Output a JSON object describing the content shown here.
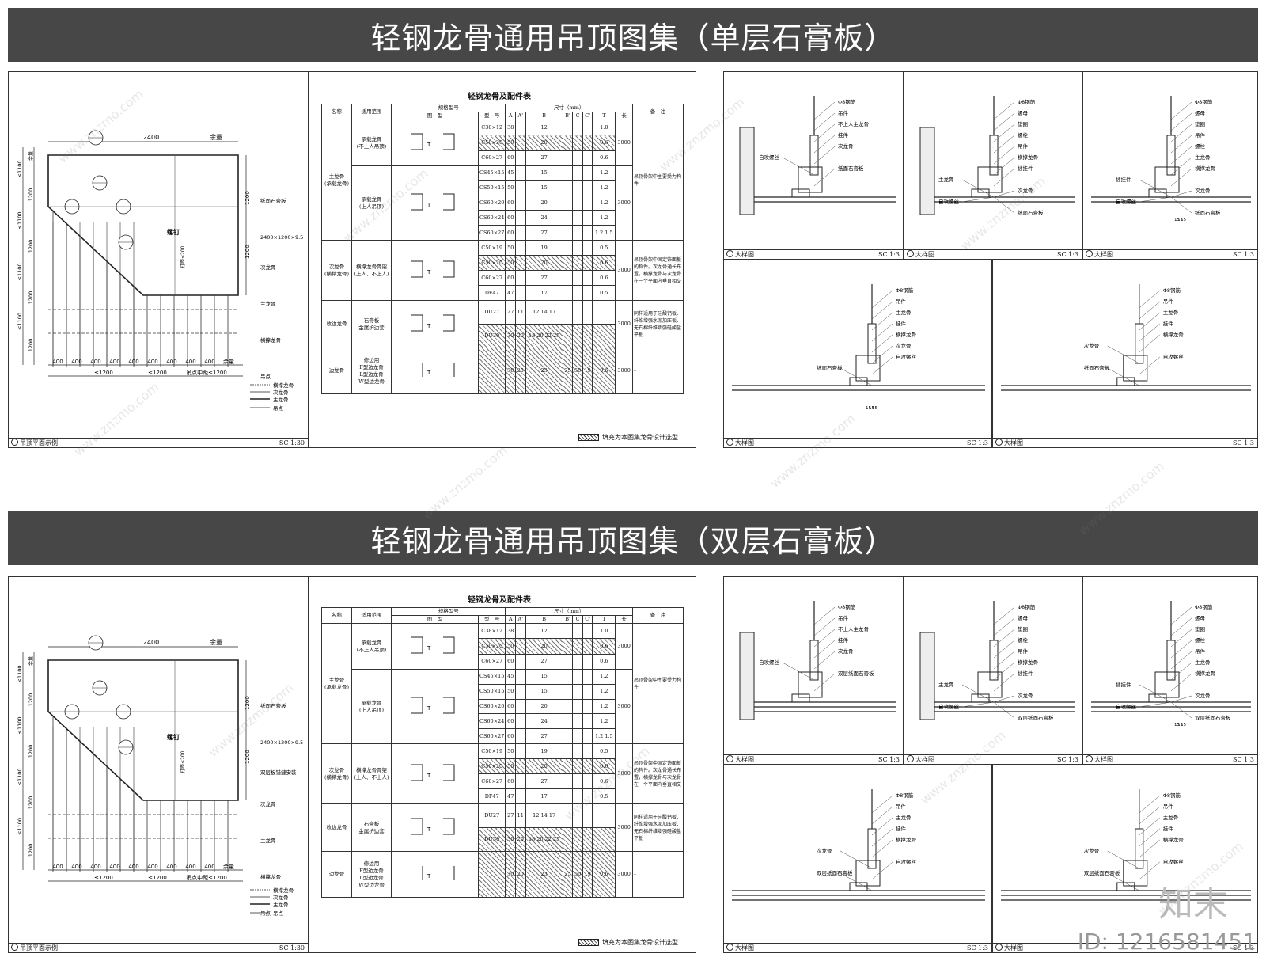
{
  "sheets": [
    {
      "title": "轻钢龙骨通用吊顶图集（单层石膏板）",
      "plan": {
        "caption": "吊顶平面示例",
        "scale": "SC 1:30",
        "top_dims": [
          "2400",
          "余量"
        ],
        "left_dims": [
          "≤1100",
          "1200",
          "≤1100",
          "1200",
          "≤1100",
          "1200",
          "≤1100",
          "1200"
        ],
        "bottom_dims": [
          "400",
          "400",
          "400",
          "400",
          "400",
          "400",
          "400",
          "400",
          "400",
          "余量"
        ],
        "bottom_dims2": [
          "≤1200",
          "≤1200",
          "吊点中距≤1200"
        ],
        "right_dims": [
          "1200",
          "1200"
        ],
        "notes": [
          "纸面石膏板",
          "2400×1200×9.5",
          "次龙骨",
          "主龙骨",
          "横撑龙骨",
          "吊点",
          "螺钉",
          "钉距≤200",
          "余量"
        ],
        "legend": [
          "横撑龙骨",
          "次龙骨",
          "主龙骨",
          "吊点"
        ]
      },
      "table": {
        "title": "轻钢龙骨及配件表",
        "note": "填充为本图集龙骨设计选型"
      },
      "details": [
        {
          "caption": "大样图",
          "scale": "SC 1:3",
          "labels": [
            "Φ8钢筋",
            "吊件",
            "不上人主龙骨",
            "挂件",
            "次龙骨",
            "自攻螺丝",
            "纸面石膏板"
          ]
        },
        {
          "caption": "大样图",
          "scale": "SC 1:3",
          "labels": [
            "Φ8钢筋",
            "螺母",
            "垫圈",
            "螺栓",
            "吊件",
            "横撑龙骨",
            "插挂件",
            "主龙骨",
            "次龙骨",
            "自攻螺丝",
            "纸面石膏板"
          ]
        },
        {
          "caption": "大样图",
          "scale": "SC 1:3",
          "labels": [
            "Φ8钢筋",
            "螺母",
            "垫圈",
            "吊件",
            "螺栓",
            "主龙骨",
            "横撑龙骨",
            "插挂件",
            "次龙骨",
            "自攻螺丝",
            "纸面石膏板",
            "15",
            "15",
            "15"
          ]
        },
        {
          "caption": "大样图",
          "scale": "SC 1:3",
          "labels": [
            "Φ8钢筋",
            "吊件",
            "主龙骨",
            "挂件",
            "横撑龙骨",
            "次龙骨",
            "自攻螺丝",
            "纸面石膏板",
            "15",
            "15",
            "15"
          ]
        },
        {
          "caption": "大样图",
          "scale": "SC 1:3",
          "labels": [
            "Φ8钢筋",
            "吊件",
            "主龙骨",
            "挂件",
            "横撑龙骨",
            "次龙骨",
            "自攻螺丝",
            "纸面石膏板"
          ]
        }
      ]
    },
    {
      "title": "轻钢龙骨通用吊顶图集（双层石膏板）",
      "plan": {
        "caption": "吊顶平面示例",
        "scale": "SC 1:30",
        "top_dims": [
          "2400",
          "余量"
        ],
        "left_dims": [
          "≤1100",
          "1200",
          "≤1100",
          "1200",
          "≤1100",
          "1200",
          "≤1100",
          "1200"
        ],
        "bottom_dims": [
          "400",
          "400",
          "400",
          "400",
          "400",
          "400",
          "400",
          "400",
          "400",
          "余量"
        ],
        "bottom_dims2": [
          "≤1200",
          "≤1200",
          "吊点中距≤1200"
        ],
        "right_dims": [
          "1200",
          "1200"
        ],
        "notes": [
          "纸面石膏板",
          "2400×1200×9.5",
          "双层板错缝安装",
          "次龙骨",
          "主龙骨",
          "横撑龙骨",
          "吊点",
          "螺钉",
          "钉距≤200",
          "余量"
        ],
        "legend": [
          "横撑龙骨",
          "次龙骨",
          "主龙骨",
          "吊点"
        ]
      },
      "table": {
        "title": "轻钢龙骨及配件表",
        "note": "填充为本图集龙骨设计选型"
      },
      "details": [
        {
          "caption": "大样图",
          "scale": "SC 1:3",
          "labels": [
            "Φ8钢筋",
            "吊件",
            "不上人主龙骨",
            "挂件",
            "次龙骨",
            "自攻螺丝",
            "双层纸面石膏板"
          ]
        },
        {
          "caption": "大样图",
          "scale": "SC 1:3",
          "labels": [
            "Φ8钢筋",
            "螺母",
            "垫圈",
            "螺栓",
            "吊件",
            "横撑龙骨",
            "插挂件",
            "主龙骨",
            "次龙骨",
            "自攻螺丝",
            "双层纸面石膏板"
          ]
        },
        {
          "caption": "大样图",
          "scale": "SC 1:3",
          "labels": [
            "Φ8钢筋",
            "螺母",
            "垫圈",
            "螺栓",
            "吊件",
            "主龙骨",
            "横撑龙骨",
            "插挂件",
            "次龙骨",
            "自攻螺丝",
            "双层纸面石膏板",
            "15",
            "15",
            "15"
          ]
        },
        {
          "caption": "大样图",
          "scale": "SC 1:3",
          "labels": [
            "Φ8钢筋",
            "吊件",
            "主龙骨",
            "挂件",
            "横撑龙骨",
            "次龙骨",
            "自攻螺丝",
            "双层纸面石膏板"
          ]
        },
        {
          "caption": "大样图",
          "scale": "SC 1:3",
          "labels": [
            "Φ8钢筋",
            "吊件",
            "主龙骨",
            "挂件",
            "横撑龙骨",
            "次龙骨",
            "自攻螺丝",
            "双层纸面石膏板"
          ]
        }
      ]
    }
  ],
  "table_head": {
    "name": "名称",
    "scope": "适用范围",
    "spec": "规格型号",
    "figure": "图　型",
    "model": "型　号",
    "size": "尺寸（mm）",
    "A": "A",
    "A1": "A'",
    "B": "B",
    "B1": "B'",
    "C": "C",
    "C1": "C'",
    "T": "T",
    "L": "长",
    "remark": "备　注"
  },
  "table_rows": [
    {
      "name": "主龙骨\n(承载龙骨)",
      "scope": "承载龙骨\n(不上人吊顶)",
      "model": "C38×12",
      "A": "38",
      "A1": "",
      "B": "12",
      "B1": "",
      "C": "",
      "C1": "",
      "T": "1.0",
      "L": "3000",
      "remark": "吊顶骨架中主要受力构件",
      "hatch": false
    },
    {
      "name": "",
      "scope": "",
      "model": "C50×20",
      "A": "50",
      "A1": "",
      "B": "20",
      "B1": "",
      "C": "",
      "C1": "",
      "T": "0.6",
      "L": "",
      "remark": "",
      "hatch": true
    },
    {
      "name": "",
      "scope": "",
      "model": "C60×27",
      "A": "60",
      "A1": "",
      "B": "27",
      "B1": "",
      "C": "",
      "C1": "",
      "T": "0.6",
      "L": "",
      "remark": "",
      "hatch": false
    },
    {
      "name": "",
      "scope": "承载龙骨\n(上人吊顶)",
      "model": "CS45×15",
      "A": "45",
      "A1": "",
      "B": "15",
      "B1": "",
      "C": "",
      "C1": "",
      "T": "1.2",
      "L": "3000",
      "remark": "",
      "hatch": false
    },
    {
      "name": "",
      "scope": "",
      "model": "CS50×15",
      "A": "50",
      "A1": "",
      "B": "15",
      "B1": "",
      "C": "",
      "C1": "",
      "T": "1.2",
      "L": "",
      "remark": "",
      "hatch": false
    },
    {
      "name": "",
      "scope": "",
      "model": "CS60×20",
      "A": "60",
      "A1": "",
      "B": "20",
      "B1": "",
      "C": "",
      "C1": "",
      "T": "1.2",
      "L": "",
      "remark": "",
      "hatch": false
    },
    {
      "name": "",
      "scope": "",
      "model": "CS60×24",
      "A": "60",
      "A1": "",
      "B": "24",
      "B1": "",
      "C": "",
      "C1": "",
      "T": "1.2",
      "L": "",
      "remark": "",
      "hatch": false
    },
    {
      "name": "",
      "scope": "",
      "model": "CS60×27",
      "A": "60",
      "A1": "",
      "B": "27",
      "B1": "",
      "C": "",
      "C1": "",
      "T": "1.2 1.5",
      "L": "",
      "remark": "",
      "hatch": false
    },
    {
      "name": "次龙骨\n(横撑龙骨)",
      "scope": "横撑龙骨骨架\n(上人、不上人)",
      "model": "C50×19",
      "A": "50",
      "A1": "",
      "B": "19",
      "B1": "",
      "C": "",
      "C1": "",
      "T": "0.5",
      "L": "3000",
      "remark": "吊顶骨架中固定饰面板的构件。次龙骨通长布置，横撑龙骨与次龙骨在一个平面内垂直相交",
      "hatch": false
    },
    {
      "name": "",
      "scope": "",
      "model": "C50×20",
      "A": "50",
      "A1": "",
      "B": "20",
      "B1": "",
      "C": "",
      "C1": "",
      "T": "0.6",
      "L": "",
      "remark": "",
      "hatch": true
    },
    {
      "name": "",
      "scope": "",
      "model": "C60×27",
      "A": "60",
      "A1": "",
      "B": "27",
      "B1": "",
      "C": "",
      "C1": "",
      "T": "0.6",
      "L": "",
      "remark": "",
      "hatch": false
    },
    {
      "name": "",
      "scope": "",
      "model": "DF47",
      "A": "47",
      "A1": "",
      "B": "17",
      "B1": "",
      "C": "",
      "C1": "",
      "T": "0.5",
      "L": "",
      "remark": "",
      "hatch": false
    },
    {
      "name": "收边龙骨",
      "scope": "石膏板\n金属护边套",
      "model": "DU27",
      "A": "27",
      "A1": "11",
      "B": "12 14 17",
      "B1": "",
      "C": "",
      "C1": "",
      "T": "",
      "L": "3000",
      "remark": "同样适用于硅酸钙板、纤维增强水泥加压板、无石棉纤维增强硅酸盐平板",
      "hatch": false
    },
    {
      "name": "",
      "scope": "",
      "model": "DU30",
      "A": "30",
      "A1": "20",
      "B": "18 20 22 25",
      "B1": "",
      "C": "",
      "C1": "",
      "T": "",
      "L": "",
      "remark": "",
      "hatch": true
    },
    {
      "name": "边龙骨",
      "scope": "修边用\nF型边龙骨\nL型边龙骨\nW型边龙骨",
      "model": "",
      "A": "30",
      "A1": "20",
      "B": "23",
      "B1": "25",
      "C": "50",
      "C1": "19",
      "T": "0.6",
      "L": "3000",
      "remark": "–",
      "hatch": true
    }
  ],
  "watermark": "www.znzmo.com",
  "brand": "知末",
  "image_id": "ID: 1216581451"
}
